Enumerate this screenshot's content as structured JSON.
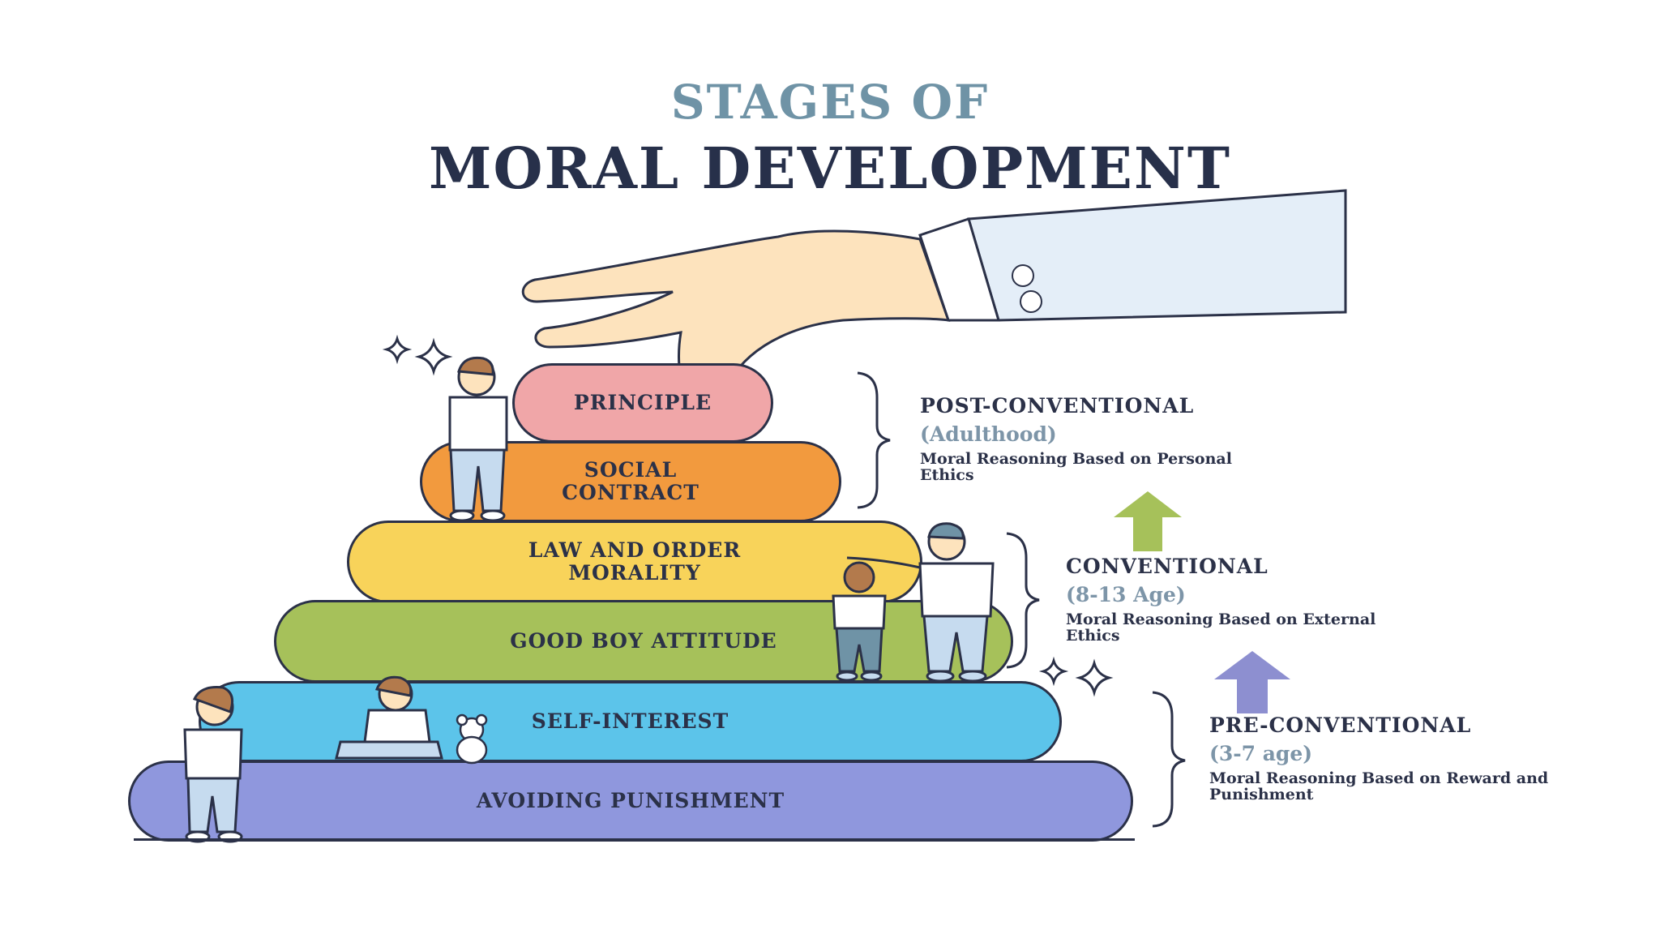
{
  "title": {
    "line1": "STAGES OF",
    "line2": "MORAL DEVELOPMENT"
  },
  "stages": [
    {
      "label": "PRINCIPLE",
      "color": "#f0a6a8"
    },
    {
      "label": "SOCIAL CONTRACT",
      "color": "#f29a3e"
    },
    {
      "label": "LAW AND ORDER MORALITY",
      "color": "#f8d35a"
    },
    {
      "label": "GOOD BOY ATTITUDE",
      "color": "#a6c15a"
    },
    {
      "label": "SELF-INTEREST",
      "color": "#5cc4ea"
    },
    {
      "label": "AVOIDING PUNISHMENT",
      "color": "#8f97dd"
    }
  ],
  "levels": [
    {
      "heading": "POST-CONVENTIONAL",
      "age": "(Adulthood)",
      "description": "Moral Reasoning Based on Personal Ethics"
    },
    {
      "heading": "CONVENTIONAL",
      "age": "(8-13 Age)",
      "description": "Moral Reasoning Based on External Ethics"
    },
    {
      "heading": "PRE-CONVENTIONAL",
      "age": "(3-7 age)",
      "description": "Moral Reasoning Based on Reward and Punishment"
    }
  ],
  "colors": {
    "outline": "#2b3148",
    "title_light": "#6f93a6",
    "title_dark": "#27304a",
    "arrow_green": "#a6c15a",
    "arrow_purple": "#8d8fd0"
  }
}
